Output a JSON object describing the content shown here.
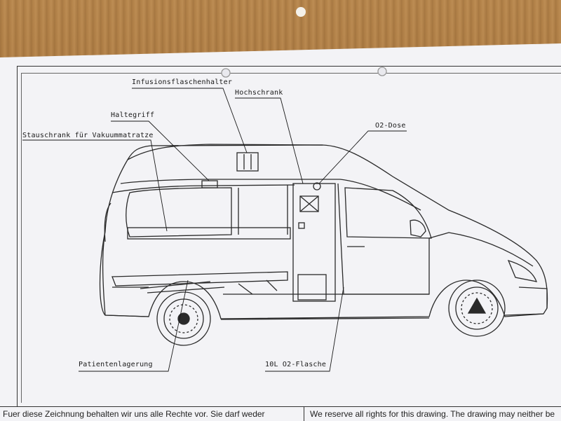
{
  "labels": {
    "infusion": "Infusionsflaschenhalter",
    "hochschrank": "Hochschrank",
    "haltegriff": "Haltegriff",
    "stauschrank": "Stauschrank für Vakuummatratze",
    "o2_dose": "O2-Dose",
    "patient": "Patientenlagerung",
    "o2_flasche": "10L O2-Flasche"
  },
  "footer": {
    "left": "Fuer diese Zeichnung behalten wir uns alle Rechte vor. Sie darf weder",
    "right": "We reserve all rights for this drawing. The drawing may neither be"
  },
  "colors": {
    "paper": "#f3f3f6",
    "ink": "#1a1a1a",
    "desk": "#b07d44"
  }
}
